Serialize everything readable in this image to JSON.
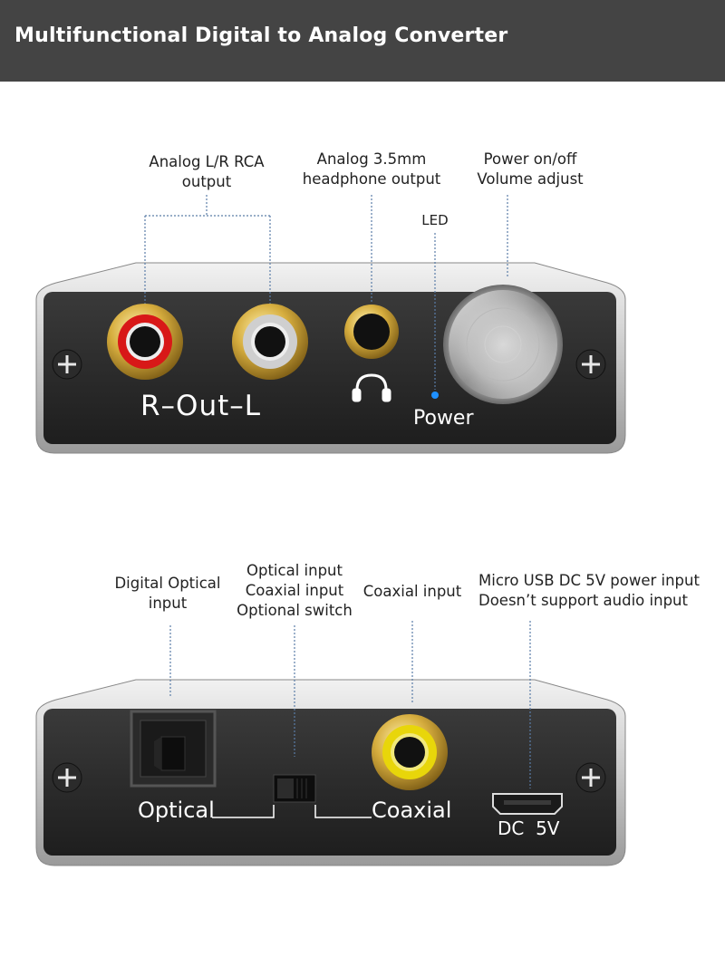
{
  "header": {
    "title": "Multifunctional Digital to Analog Converter"
  },
  "front_panel": {
    "callouts": {
      "rca": [
        "Analog L/R RCA",
        "output"
      ],
      "headphone": [
        "Analog 3.5mm",
        "headphone output"
      ],
      "led": "LED",
      "power": [
        "Power on/off",
        "Volume adjust"
      ]
    },
    "labels": {
      "rca": "R–Out–L",
      "power": "Power"
    },
    "icons": [
      "headphone-icon",
      "screw-plus-icon",
      "volume-knob-icon",
      "led-indicator"
    ],
    "colors": {
      "led": "#1e90ff",
      "rca_right": "#d81818",
      "rca_left": "#cccccc",
      "gold": "#c9a53a"
    }
  },
  "rear_panel": {
    "callouts": {
      "optical": [
        "Digital Optical",
        "input"
      ],
      "switch": [
        "Optical input",
        "Coaxial input",
        "Optional switch"
      ],
      "coaxial": "Coaxial input",
      "usb": [
        "Micro USB DC 5V power input",
        "Doesn’t support audio input"
      ]
    },
    "labels": {
      "optical": "Optical",
      "coaxial": "Coaxial",
      "dc": "DC  5V"
    },
    "icons": [
      "optical-port-icon",
      "slide-switch-icon",
      "coaxial-port-icon",
      "micro-usb-port-icon",
      "screw-plus-icon"
    ],
    "colors": {
      "coax": "#e8d60a"
    }
  }
}
